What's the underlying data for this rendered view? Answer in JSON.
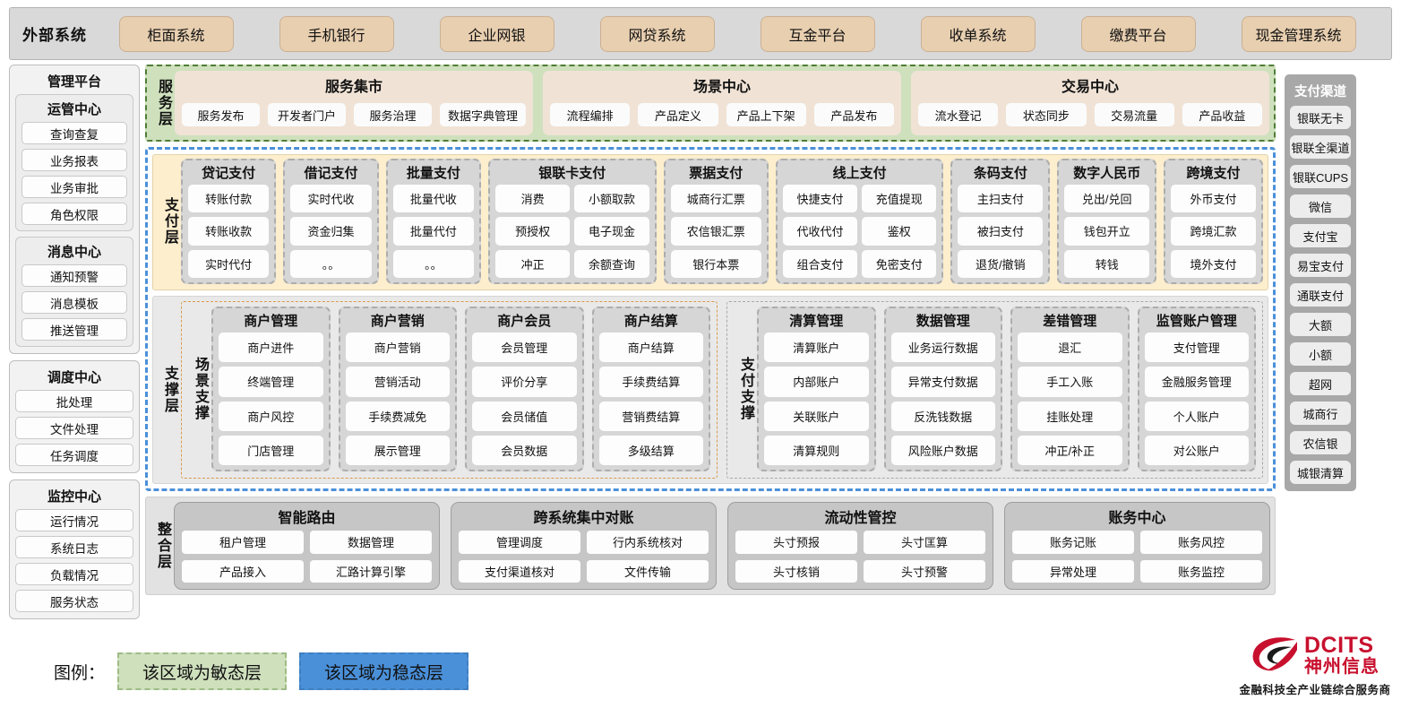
{
  "external": {
    "title": "外部系统",
    "items": [
      "柜面系统",
      "手机银行",
      "企业网银",
      "网贷系统",
      "互金平台",
      "收单系统",
      "缴费平台",
      "现金管理系统"
    ]
  },
  "left": {
    "platform_title": "管理平台",
    "groups": [
      {
        "title": "运管中心",
        "items": [
          "查询查复",
          "业务报表",
          "业务审批",
          "角色权限"
        ]
      },
      {
        "title": "消息中心",
        "items": [
          "通知预警",
          "消息模板",
          "推送管理"
        ]
      }
    ],
    "standalone": [
      {
        "title": "调度中心",
        "items": [
          "批处理",
          "文件处理",
          "任务调度"
        ]
      },
      {
        "title": "监控中心",
        "items": [
          "运行情况",
          "系统日志",
          "负载情况",
          "服务状态"
        ]
      }
    ]
  },
  "service_layer": {
    "label": "服务层",
    "groups": [
      {
        "title": "服务集市",
        "items": [
          "服务发布",
          "开发者门户",
          "服务治理",
          "数据字典管理"
        ]
      },
      {
        "title": "场景中心",
        "items": [
          "流程编排",
          "产品定义",
          "产品上下架",
          "产品发布"
        ]
      },
      {
        "title": "交易中心",
        "items": [
          "流水登记",
          "状态同步",
          "交易流量",
          "产品收益"
        ]
      }
    ]
  },
  "payment_layer": {
    "label": "支付层",
    "groups": [
      {
        "title": "贷记支付",
        "cols": 1,
        "flex": 1.0,
        "items": [
          "转账付款",
          "转账收款",
          "实时代付"
        ]
      },
      {
        "title": "借记支付",
        "cols": 1,
        "flex": 1.0,
        "items": [
          "实时代收",
          "资金归集",
          "。。"
        ]
      },
      {
        "title": "批量支付",
        "cols": 1,
        "flex": 1.0,
        "items": [
          "批量代收",
          "批量代付",
          "。。"
        ]
      },
      {
        "title": "银联卡支付",
        "cols": 2,
        "flex": 1.9,
        "items": [
          "消费",
          "小额取款",
          "预授权",
          "电子现金",
          "冲正",
          "余额查询"
        ]
      },
      {
        "title": "票据支付",
        "cols": 1,
        "flex": 1.12,
        "items": [
          "城商行汇票",
          "农信银汇票",
          "银行本票"
        ]
      },
      {
        "title": "线上支付",
        "cols": 2,
        "flex": 1.9,
        "items": [
          "快捷支付",
          "充值提现",
          "代收代付",
          "鉴权",
          "组合支付",
          "免密支付"
        ]
      },
      {
        "title": "条码支付",
        "cols": 1,
        "flex": 1.05,
        "items": [
          "主扫支付",
          "被扫支付",
          "退货/撤销"
        ]
      },
      {
        "title": "数字人民币",
        "cols": 1,
        "flex": 1.05,
        "items": [
          "兑出/兑回",
          "钱包开立",
          "转钱"
        ]
      },
      {
        "title": "跨境支付",
        "cols": 1,
        "flex": 1.05,
        "items": [
          "外币支付",
          "跨境汇款",
          "境外支付"
        ]
      }
    ]
  },
  "support_layer": {
    "label": "支撑层",
    "scene": {
      "label": "场景支撑",
      "groups": [
        {
          "title": "商户管理",
          "items": [
            "商户进件",
            "终端管理",
            "商户风控",
            "门店管理"
          ]
        },
        {
          "title": "商户营销",
          "items": [
            "商户营销",
            "营销活动",
            "手续费减免",
            "展示管理"
          ]
        },
        {
          "title": "商户会员",
          "items": [
            "会员管理",
            "评价分享",
            "会员储值",
            "会员数据"
          ]
        },
        {
          "title": "商户结算",
          "items": [
            "商户结算",
            "手续费结算",
            "营销费结算",
            "多级结算"
          ]
        }
      ]
    },
    "paysupport": {
      "label": "支付支撑",
      "groups": [
        {
          "title": "清算管理",
          "items": [
            "清算账户",
            "内部账户",
            "关联账户",
            "清算规则"
          ]
        },
        {
          "title": "数据管理",
          "items": [
            "业务运行数据",
            "异常支付数据",
            "反洗钱数据",
            "风险账户数据"
          ]
        },
        {
          "title": "差错管理",
          "items": [
            "退汇",
            "手工入账",
            "挂账处理",
            "冲正/补正"
          ]
        },
        {
          "title": "监管账户管理",
          "items": [
            "支付管理",
            "金融服务管理",
            "个人账户",
            "对公账户"
          ]
        }
      ]
    }
  },
  "integration_layer": {
    "label": "整合层",
    "groups": [
      {
        "title": "智能路由",
        "items": [
          "租户管理",
          "数据管理",
          "产品接入",
          "汇路计算引擎"
        ]
      },
      {
        "title": "跨系统集中对账",
        "items": [
          "管理调度",
          "行内系统核对",
          "支付渠道核对",
          "文件传输"
        ]
      },
      {
        "title": "流动性管控",
        "items": [
          "头寸预报",
          "头寸匡算",
          "头寸核销",
          "头寸预警"
        ]
      },
      {
        "title": "账务中心",
        "items": [
          "账务记账",
          "账务风控",
          "异常处理",
          "账务监控"
        ]
      }
    ]
  },
  "channels": {
    "title": "支付渠道",
    "items": [
      "银联无卡",
      "银联全渠道",
      "银联CUPS",
      "微信",
      "支付宝",
      "易宝支付",
      "通联支付",
      "大额",
      "小额",
      "超网",
      "城商行",
      "农信银",
      "城银清算"
    ]
  },
  "legend": {
    "label": "图例：",
    "agile": "该区域为敏态层",
    "stable": "该区域为稳态层",
    "agile_color": "#cfe0bd",
    "stable_color": "#4a90d9"
  },
  "logo": {
    "en": "DCITS",
    "cn": "神州信息",
    "tagline": "金融科技全产业链综合服务商",
    "color": "#c8102e"
  }
}
